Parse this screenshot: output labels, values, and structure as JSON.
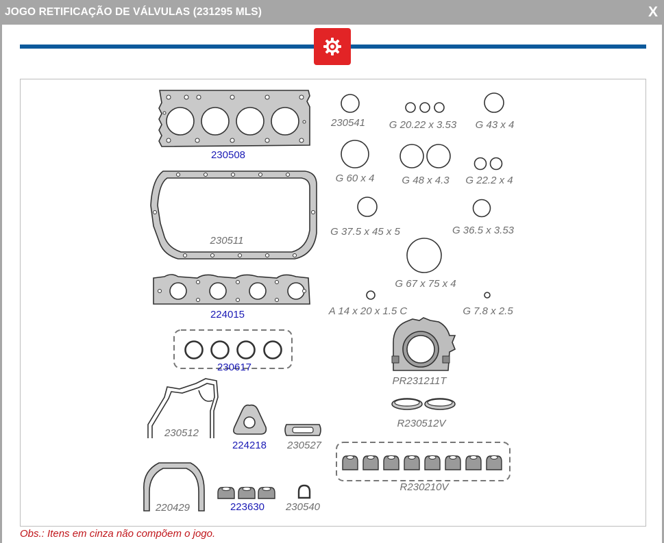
{
  "dialog": {
    "title": "JOGO RETIFICAÇÃO DE VÁLVULAS (231295 MLS)",
    "close_label": "X"
  },
  "icons": {
    "header": "gear-icon",
    "close": "close-icon"
  },
  "colors": {
    "accent_red": "#e22426",
    "line_blue": "#0d5a9c",
    "included_part": "#1a1ab5",
    "excluded_part": "#6e6e6e",
    "note": "#c0161b"
  },
  "parts": {
    "p230508": "230508",
    "p230511": "230511",
    "p224015": "224015",
    "p230617": "230617",
    "p230512": "230512",
    "p224218": "224218",
    "p230527": "230527",
    "p220429": "220429",
    "p223630": "223630",
    "p230540": "230540",
    "p230541": "230541",
    "g20": "G 20.22 x 3.53",
    "g43": "G 43 x 4",
    "g60": "G 60 x 4",
    "g48": "G 48 x 4.3",
    "g22": "G 22.2 x 4",
    "g37": "G 37.5 x 45 x 5",
    "g36": "G 36.5 x 3.53",
    "g67": "G 67 x 75 x 4",
    "a14": "A 14 x 20 x 1.5 C",
    "g7": "G 7.8 x 2.5",
    "pr231211": "PR231211T",
    "r230512": "R230512V",
    "r230210": "R230210V"
  },
  "note": "Obs.: Itens em cinza não compõem o jogo."
}
